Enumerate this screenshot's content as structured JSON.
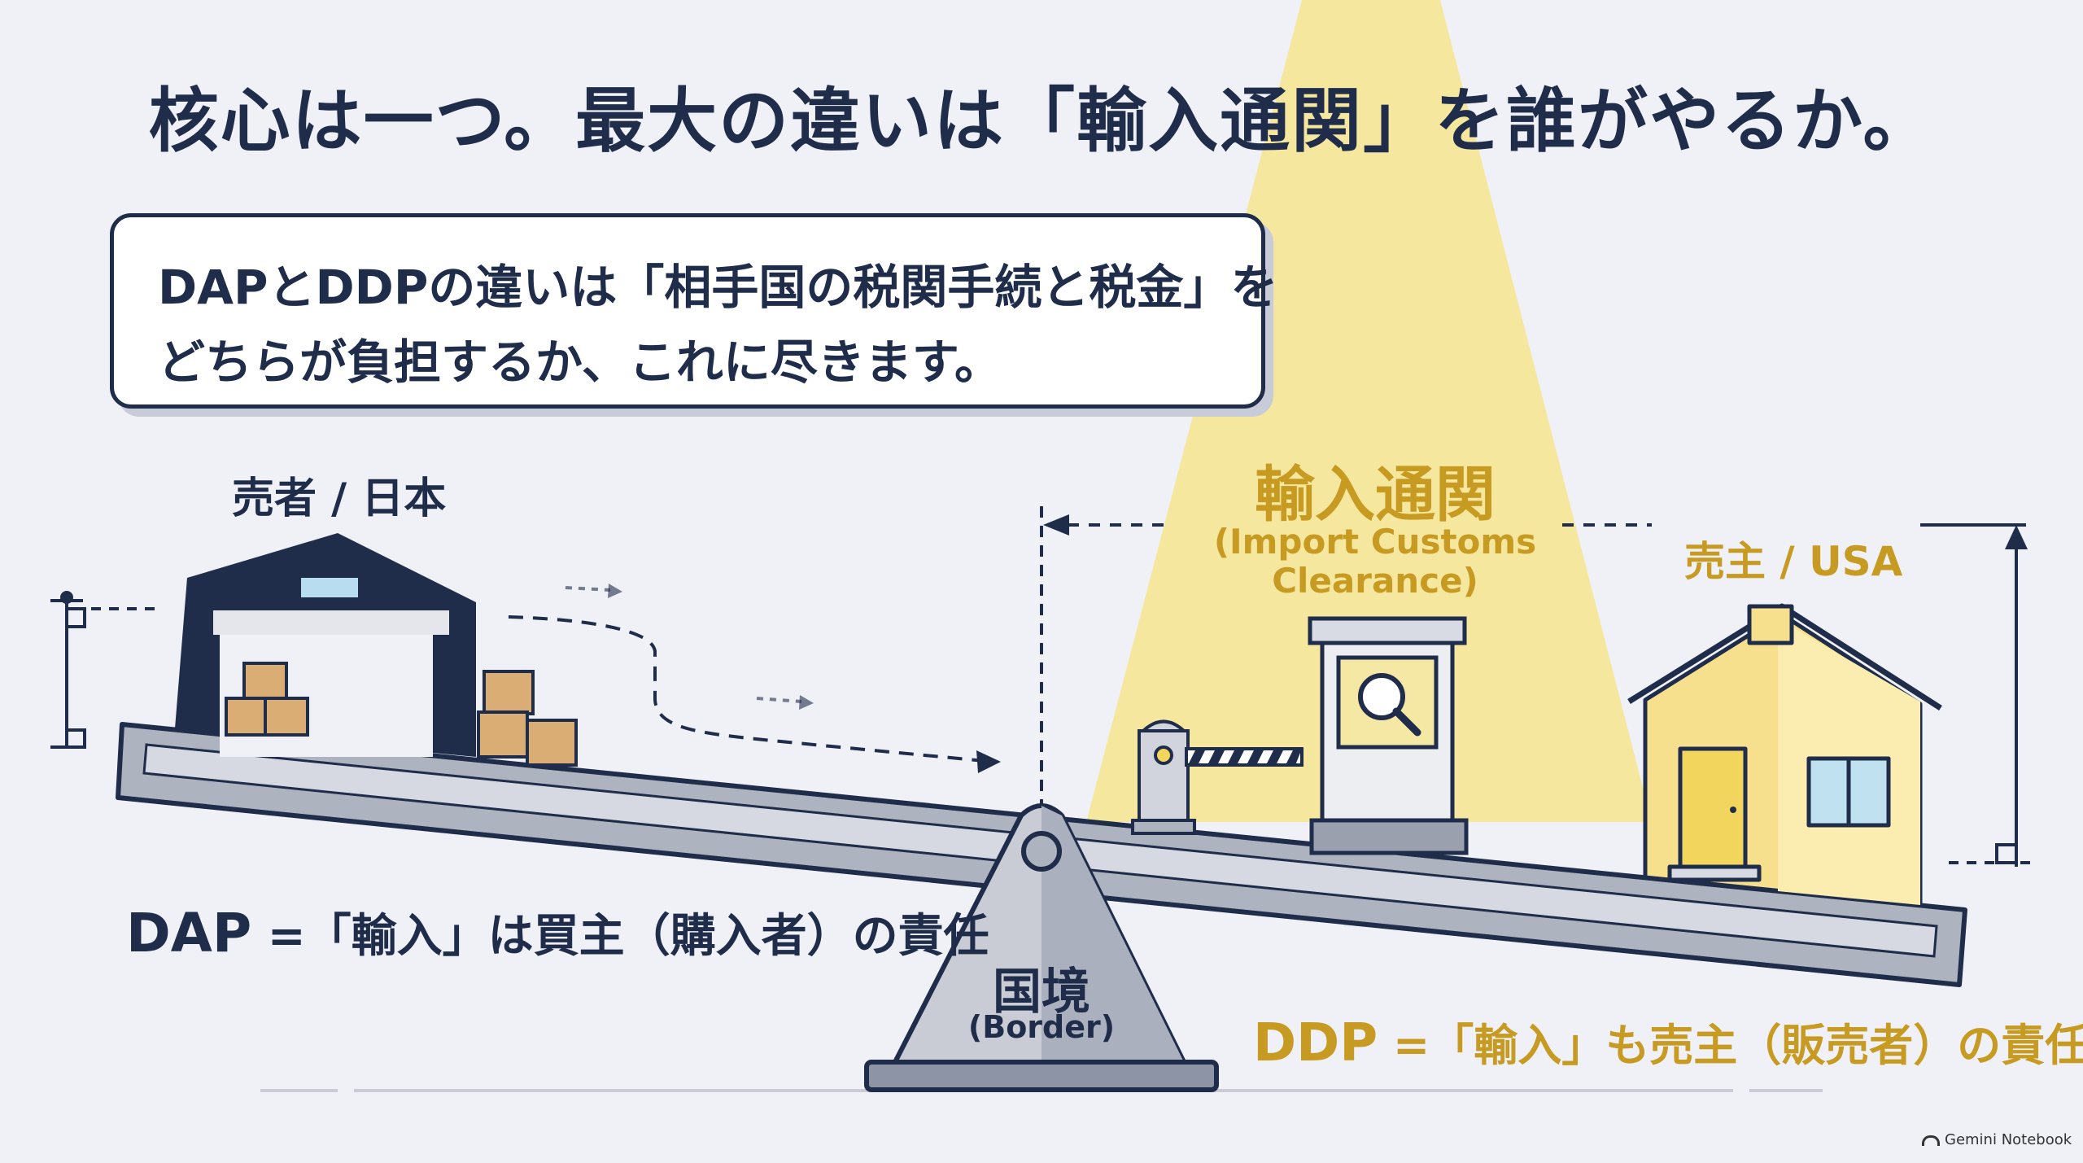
{
  "title": "核心は一つ。最大の違いは「輸入通関」を誰がやるか。",
  "callout": {
    "line1": "DAPとDDPの違いは「相手国の税関手続と税金」を",
    "line2": "どちらが負担するか、これに尽きます。"
  },
  "seller_label": "売者 / 日本",
  "buyer_label": "売主 / USA",
  "import_customs": {
    "title": "輸入通関",
    "subtitle": "(Import Customs Clearance)"
  },
  "border": {
    "title": "国境",
    "subtitle": "(Border)"
  },
  "dap": {
    "term": "DAP",
    "rest": " =「輸入」は買主（購入者）の責任"
  },
  "ddp": {
    "term": "DDP",
    "rest": " =「輸入」も売主（販売者）の責任"
  },
  "branding": "Gemini Notebook",
  "colors": {
    "navy": "#1f2d4a",
    "gold": "#c79a22",
    "spotlight": "#f7e58e",
    "background": "#f0f1f6"
  }
}
